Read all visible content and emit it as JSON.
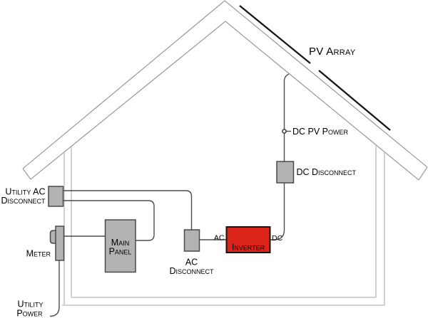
{
  "labels": {
    "pv_array": "PV Array",
    "dc_pv_power": "DC PV Power",
    "dc_disconnect": "DC Disconnect",
    "dc_tag": "DC",
    "ac_tag": "AC",
    "inverter": "Inverter",
    "ac_disconnect": {
      "line1": "AC",
      "line2": "Disconnect"
    },
    "main_panel": {
      "line1": "Main",
      "line2": "Panel"
    },
    "meter": "Meter",
    "utility_ac_disconnect": {
      "line1": "Utility AC",
      "line2": "Disconnect"
    },
    "utility_power": {
      "line1": "Utility",
      "line2": "Power"
    }
  },
  "colors": {
    "background": "#ffffff",
    "roof_outline": "#8f8f8f",
    "wall_outline": "#c4c4c4",
    "wire": "#4d4d4d",
    "pv_panel_line": "#161616",
    "box_fill": "#b3b3b3",
    "box_border": "#4a4a4a",
    "inverter_fill": "#dc251a",
    "inverter_border": "#161616",
    "text": "#000000"
  }
}
